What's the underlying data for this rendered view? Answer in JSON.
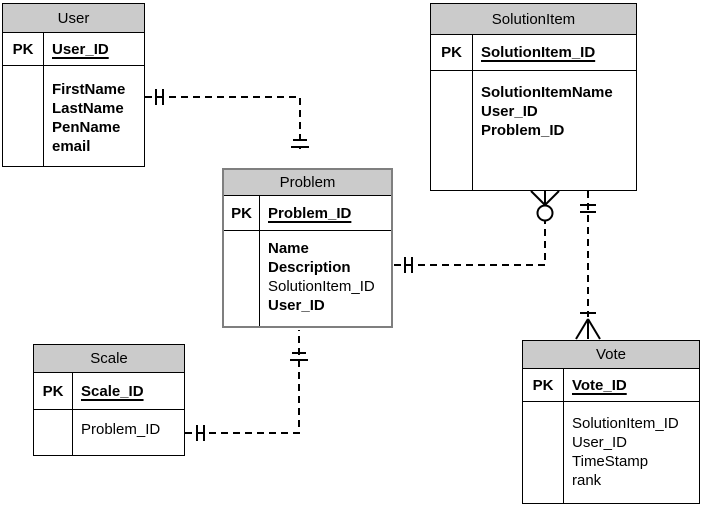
{
  "colors": {
    "header_fill": "#cbcbcb",
    "border": "#000000",
    "problem_border": "#7f7f7f",
    "connector": "#000000",
    "background": "#ffffff"
  },
  "tables": [
    {
      "name": "User",
      "pk_label": "PK",
      "pk_field": "User_ID",
      "fields": [
        {
          "text": "FirstName"
        },
        {
          "text": "LastName"
        },
        {
          "text": "PenName"
        },
        {
          "text": "email"
        }
      ]
    },
    {
      "name": "SolutionItem",
      "pk_label": "PK",
      "pk_field": "SolutionItem_ID",
      "fields": [
        {
          "text": "SolutionItemName"
        },
        {
          "text": "User_ID"
        },
        {
          "text": "Problem_ID"
        }
      ]
    },
    {
      "name": "Problem",
      "pk_label": "PK",
      "pk_field": "Problem_ID",
      "fields": [
        {
          "text": "Name"
        },
        {
          "text": "Description"
        },
        {
          "text": "SolutionItem_ID"
        },
        {
          "text": "User_ID"
        }
      ]
    },
    {
      "name": "Scale",
      "pk_label": "PK",
      "pk_field": "Scale_ID",
      "fields": [
        {
          "text": "Problem_ID"
        }
      ]
    },
    {
      "name": "Vote",
      "pk_label": "PK",
      "pk_field": "Vote_ID",
      "fields": [
        {
          "text": "SolutionItem_ID"
        },
        {
          "text": "User_ID"
        },
        {
          "text": "TimeStamp"
        },
        {
          "text": "rank"
        }
      ]
    }
  ],
  "relationships": [
    {
      "from": "User",
      "to": "Problem",
      "from_cardinality": "one-and-only-one",
      "to_cardinality": "one-and-only-one",
      "line_style": "dashed"
    },
    {
      "from": "Problem",
      "to": "SolutionItem",
      "from_cardinality": "one-and-only-one",
      "to_cardinality": "zero-or-many",
      "line_style": "dashed"
    },
    {
      "from": "SolutionItem",
      "to": "Vote",
      "from_cardinality": "one-and-only-one",
      "to_cardinality": "one-or-many",
      "line_style": "dashed"
    },
    {
      "from": "Scale",
      "to": "Problem",
      "from_cardinality": "one-and-only-one",
      "to_cardinality": "one-and-only-one",
      "line_style": "dashed"
    }
  ]
}
